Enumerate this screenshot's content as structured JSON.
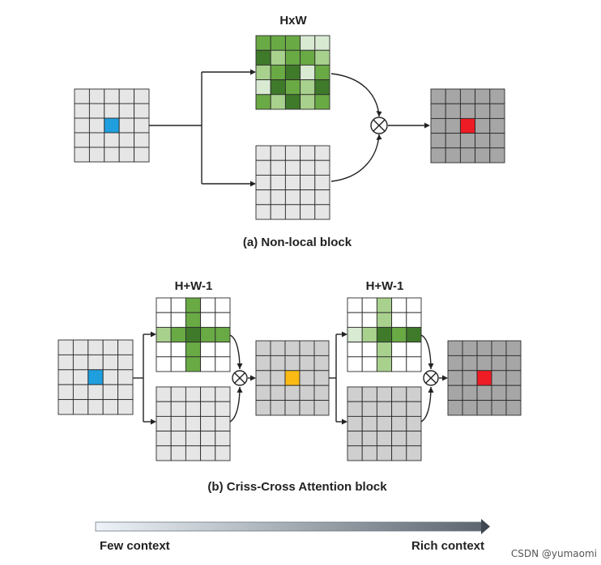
{
  "panel_a": {
    "matrix_label": "HxW",
    "caption": "(a) Non-local block"
  },
  "panel_b": {
    "matrix_label_1": "H+W-1",
    "matrix_label_2": "H+W-1",
    "caption": "(b) Criss-Cross Attention block"
  },
  "context_bar": {
    "left_label": "Few context",
    "right_label": "Rich context"
  },
  "watermark": "CSDN @yumaomi",
  "colors": {
    "light_cell": "#e6e6e6",
    "mid_cell": "#cfcfcf",
    "dark_cell": "#a6a6a6",
    "blue_query": "#1f9fde",
    "red_output": "#ee1c24",
    "yellow_mid": "#fbbb14",
    "green_dark": "#3f7a2a",
    "green_mid": "#6aaa45",
    "green_light": "#a9d18e",
    "green_pale": "#d9ead3"
  }
}
